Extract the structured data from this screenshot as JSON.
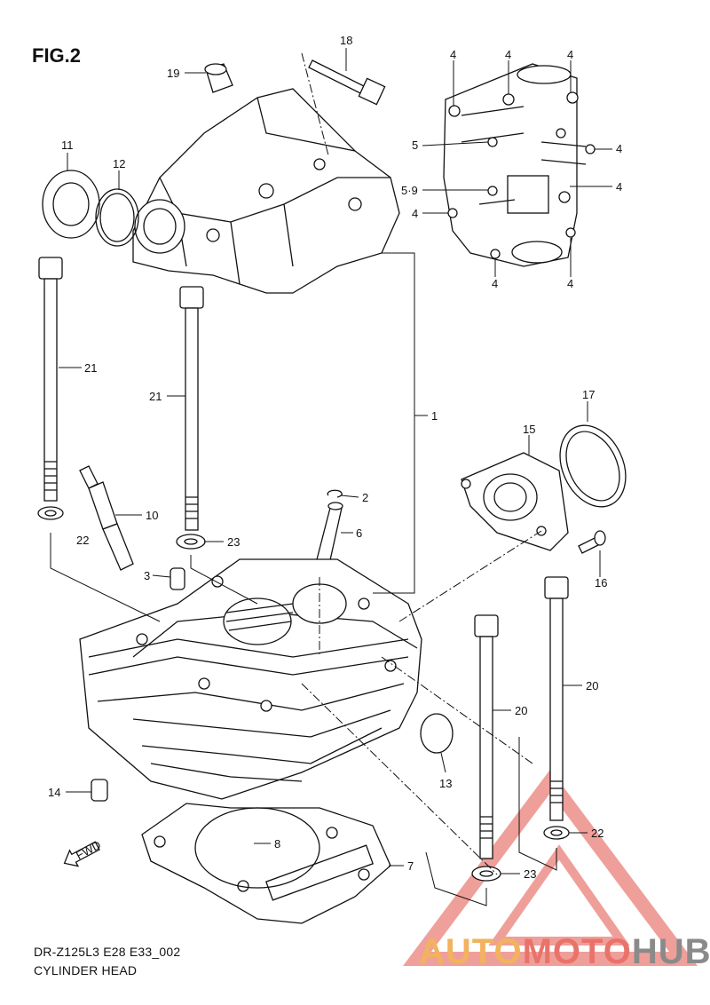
{
  "figure": {
    "title": "FIG.2"
  },
  "footer": {
    "model_code": "DR-Z125L3 E28 E33_002",
    "group_name": "CYLINDER HEAD"
  },
  "watermark": {
    "part1": "AUTO",
    "part2": "MOTO",
    "part3": "HUB",
    "colors": {
      "auto": "#f2b25e",
      "moto": "#e9736a",
      "hub": "#8a8a8a"
    }
  },
  "callouts": [
    {
      "id": "c18",
      "label": "18"
    },
    {
      "id": "c19",
      "label": "19"
    },
    {
      "id": "c11",
      "label": "11"
    },
    {
      "id": "c12",
      "label": "12"
    },
    {
      "id": "c4a",
      "label": "4"
    },
    {
      "id": "c4b",
      "label": "4"
    },
    {
      "id": "c4c",
      "label": "4"
    },
    {
      "id": "c4d",
      "label": "4"
    },
    {
      "id": "c4e",
      "label": "4"
    },
    {
      "id": "c4f",
      "label": "4"
    },
    {
      "id": "c4g",
      "label": "4"
    },
    {
      "id": "c4h",
      "label": "4"
    },
    {
      "id": "c5",
      "label": "5"
    },
    {
      "id": "c59",
      "label": "5·9"
    },
    {
      "id": "c21a",
      "label": "21"
    },
    {
      "id": "c21b",
      "label": "21"
    },
    {
      "id": "c1",
      "label": "1"
    },
    {
      "id": "c17",
      "label": "17"
    },
    {
      "id": "c15",
      "label": "15"
    },
    {
      "id": "c2",
      "label": "2"
    },
    {
      "id": "c10",
      "label": "10"
    },
    {
      "id": "c6",
      "label": "6"
    },
    {
      "id": "c22a",
      "label": "22"
    },
    {
      "id": "c23a",
      "label": "23"
    },
    {
      "id": "c3",
      "label": "3"
    },
    {
      "id": "c16",
      "label": "16"
    },
    {
      "id": "c20a",
      "label": "20"
    },
    {
      "id": "c20b",
      "label": "20"
    },
    {
      "id": "c13",
      "label": "13"
    },
    {
      "id": "c14",
      "label": "14"
    },
    {
      "id": "c8",
      "label": "8"
    },
    {
      "id": "c22b",
      "label": "22"
    },
    {
      "id": "c7",
      "label": "7"
    },
    {
      "id": "c23b",
      "label": "23"
    }
  ],
  "fwd_arrow": {
    "label": "FWD"
  }
}
